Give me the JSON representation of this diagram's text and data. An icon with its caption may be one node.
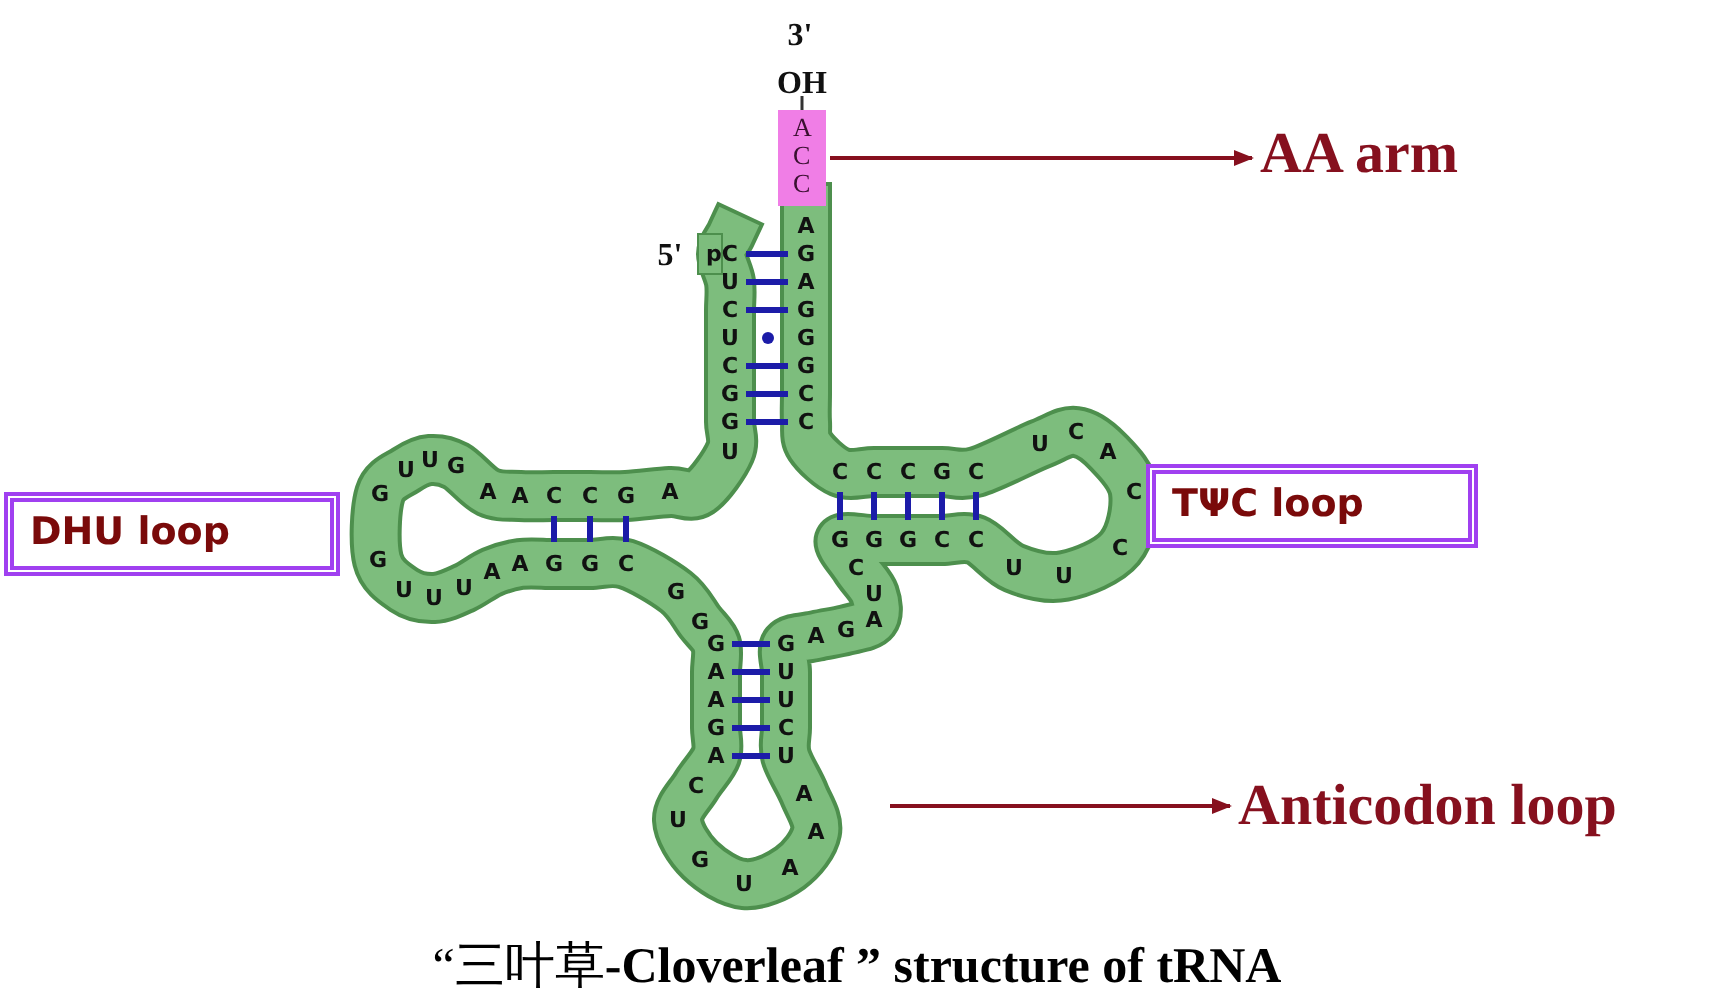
{
  "diagram": {
    "caption": "“三叶草**-Cloverleaf ” structure of tRNA**",
    "nodes": [
      {
        "text": [
          "ACC"
        ]
      },
      {
        "text": [
          "AA arm"
        ]
      },
      {
        "text": [
          "DHU loop"
        ]
      },
      {
        "text": [
          "TΨC loop"
        ]
      },
      {
        "text": [
          "Anticodon loop"
        ]
      }
    ],
    "edges": [
      {
        "from": 0,
        "to": 1,
        "arrow": "to"
      },
      {
        "from": null,
        "to": 4,
        "arrow": "to"
      }
    ],
    "labels": [
      "3'",
      "OH",
      "5'",
      "pC",
      "U",
      "C",
      "U",
      "C",
      "G",
      "G",
      "U",
      "A",
      "G",
      "A",
      "G",
      "G",
      "G",
      "C",
      "C",
      "G",
      "U",
      "U",
      "G",
      "A",
      "A",
      "C",
      "C",
      "G",
      "A",
      "G",
      "U",
      "U",
      "U",
      "A",
      "A",
      "G",
      "G",
      "C",
      "G",
      "G",
      "G",
      "A",
      "A",
      "G",
      "A",
      "C",
      "U",
      "G",
      "U",
      "A",
      "A",
      "A",
      "G",
      "A",
      "G",
      "A",
      "U",
      "U",
      "C",
      "U",
      "C",
      "U",
      "C",
      "C",
      "C",
      "G",
      "C",
      "G",
      "G",
      "G",
      "C",
      "C",
      "U",
      "C",
      "A",
      "C",
      "U",
      "U",
      "C"
    ]
  }
}
